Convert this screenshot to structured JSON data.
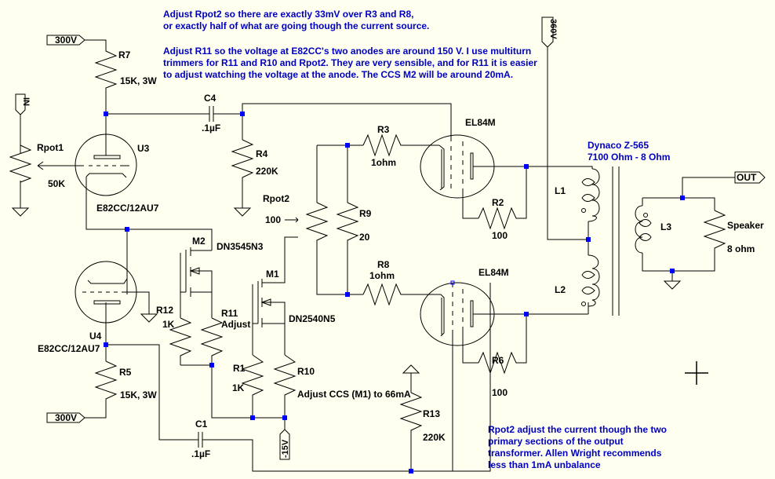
{
  "colors": {
    "background": "#FFFFF0",
    "wire": "#000000",
    "junction": "#0000FF",
    "note_text": "#0000C0"
  },
  "notes": {
    "top": [
      "Adjust Rpot2 so there are exactly 33mV over R3 and R8,",
      "or exactly half of what are going though the current source.",
      "",
      "Adjust R11 so the voltage at E82CC's two anodes are around 150 V. I use multiturn",
      "trimmers for R11 and R10 and Rpot2. They are very sensible, and for R11 it is easier",
      "to adjust watching the voltage at the anode. The CCS M2 will be around 20mA."
    ],
    "bottom": [
      "Rpot2 adjust the current though the two",
      "primary sections of the output",
      "transformer. Allen Wright recommends",
      "less than 1mA unbalance"
    ],
    "transformer": [
      "Dynaco Z-565",
      "7100 Ohm - 8 Ohm"
    ]
  },
  "flags": {
    "v300_top": "300V",
    "v300_bot": "300V",
    "in": "IN",
    "v360": "360V",
    "out": "OUT",
    "vneg15": "-15V"
  },
  "components": {
    "R7": {
      "name": "R7",
      "value": "15K, 3W"
    },
    "R5": {
      "name": "R5",
      "value": "15K, 3W"
    },
    "Rpot1": {
      "name": "Rpot1",
      "value": "50K"
    },
    "C4": {
      "name": "C4",
      "value": ".1µF"
    },
    "C1": {
      "name": "C1",
      "value": ".1µF"
    },
    "R4": {
      "name": "R4",
      "value": "220K"
    },
    "U3": {
      "name": "U3",
      "value": "E82CC/12AU7"
    },
    "U4": {
      "name": "U4",
      "value": "E82CC/12AU7"
    },
    "M2": {
      "name": "M2",
      "value": "DN3545N3"
    },
    "M1": {
      "name": "M1",
      "value": "DN2540N5"
    },
    "R12": {
      "name": "R12",
      "value": "1K"
    },
    "R11": {
      "name": "R11",
      "value": "Adjust"
    },
    "R1": {
      "name": "R1",
      "value": "1K"
    },
    "R10": {
      "name": "R10",
      "value": "Adjust CCS (M1) to 66mA"
    },
    "Rpot2": {
      "name": "Rpot2",
      "value": "100"
    },
    "R9": {
      "name": "R9",
      "value": "20"
    },
    "R3": {
      "name": "R3",
      "value": "1ohm"
    },
    "R8": {
      "name": "R8",
      "value": "1ohm"
    },
    "R2": {
      "name": "R2",
      "value": "100"
    },
    "R6": {
      "name": "R6",
      "value": "100"
    },
    "R13": {
      "name": "R13",
      "value": "220K"
    },
    "V1": {
      "name": "EL84M"
    },
    "V2": {
      "name": "EL84M"
    },
    "L1": {
      "name": "L1"
    },
    "L2": {
      "name": "L2"
    },
    "L3": {
      "name": "L3"
    },
    "Speaker": {
      "name": "Speaker",
      "value": "8 ohm"
    }
  }
}
